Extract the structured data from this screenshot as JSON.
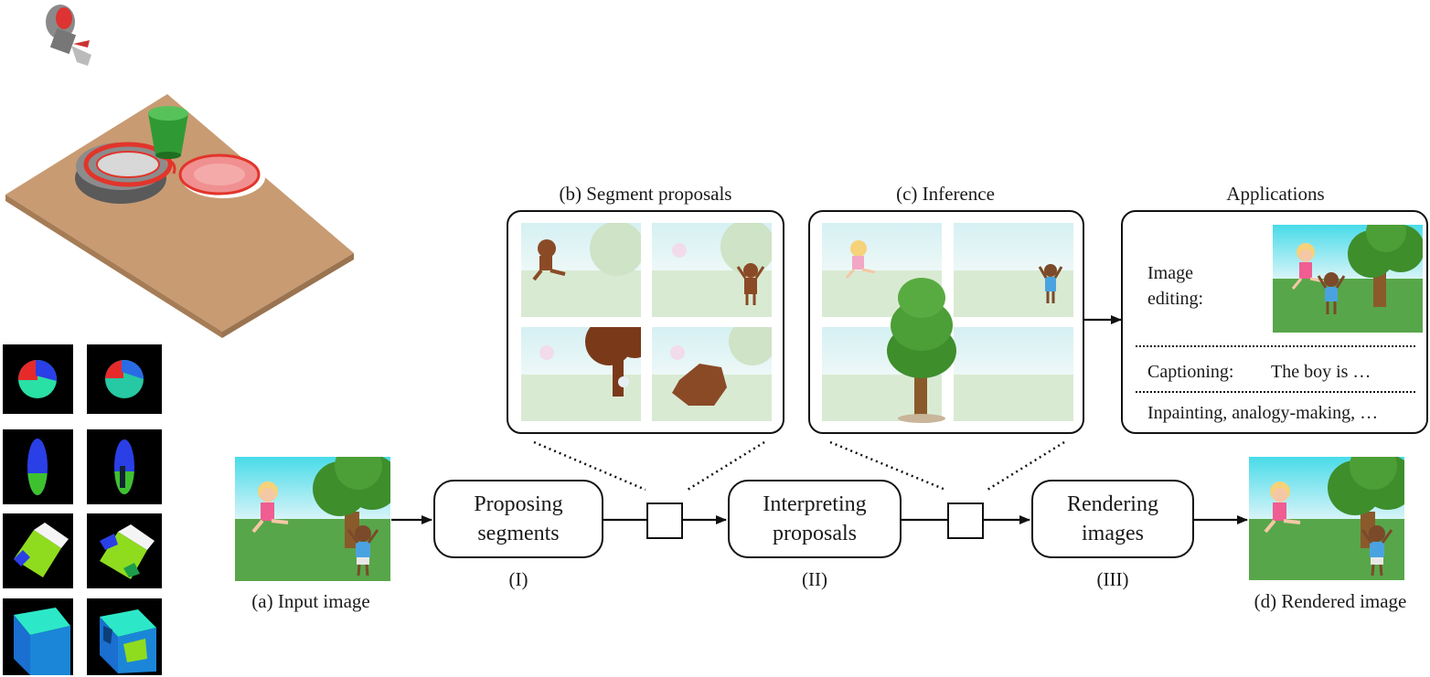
{
  "stages": [
    {
      "label": "Proposing\nsegments",
      "line1": "Proposing",
      "line2": "segments",
      "numeral": "(I)"
    },
    {
      "label": "Interpreting\nproposals",
      "line1": "Interpreting",
      "line2": "proposals",
      "numeral": "(II)"
    },
    {
      "label": "Rendering\nimages",
      "line1": "Rendering",
      "line2": "images",
      "numeral": "(III)"
    }
  ],
  "captions": {
    "input": "(a) Input image",
    "segments": "(b) Segment proposals",
    "inference": "(c) Inference",
    "rendered": "(d) Rendered image",
    "applications": "Applications"
  },
  "applications": {
    "editing_line1": "Image",
    "editing_line2": "editing:",
    "captioning_label": "Captioning:",
    "captioning_example": "The boy is …",
    "other": "Inpainting, analogy-making, …"
  },
  "colors": {
    "sky": "#48dbe9",
    "grass": "#58a64a",
    "tree": "#3e8e2c",
    "trunk": "#8a5a2b",
    "table": "#c89b73",
    "cup": "#2f9a33",
    "red": "#e2352b"
  }
}
